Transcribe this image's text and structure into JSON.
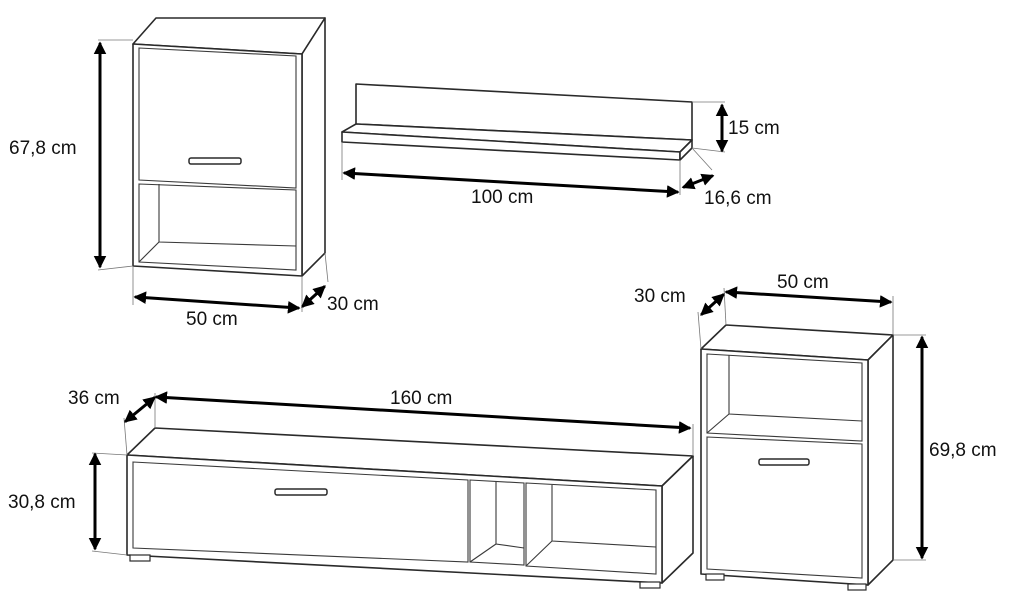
{
  "items": {
    "wall_cabinet": {
      "height": "67,8 cm",
      "width": "50 cm",
      "depth": "30 cm"
    },
    "shelf": {
      "height": "15 cm",
      "width": "100 cm",
      "depth": "16,6 cm"
    },
    "tv_stand": {
      "height": "30,8 cm",
      "width": "160 cm",
      "depth": "36 cm"
    },
    "floor_cabinet": {
      "height": "69,8 cm",
      "width": "50 cm",
      "depth": "30 cm"
    }
  },
  "colors": {
    "lines": "#2a2a2a",
    "arrows": "#000000",
    "background": "#ffffff"
  }
}
